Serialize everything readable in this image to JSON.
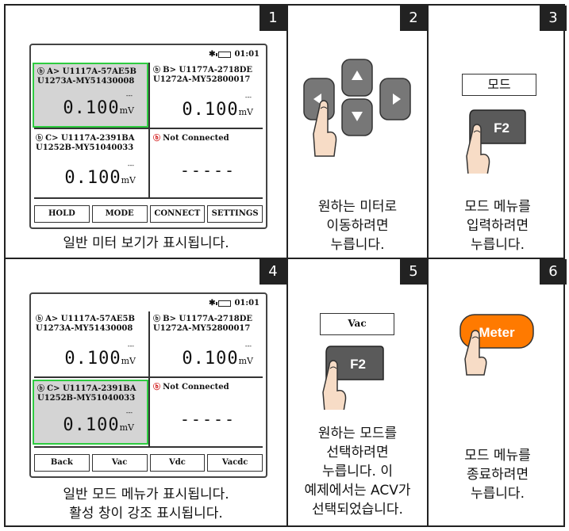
{
  "panels": [
    {
      "number": "1",
      "caption": [
        "일반 미터 보기가 표시됩니다."
      ]
    },
    {
      "number": "2",
      "caption": [
        "원하는 미터로",
        "이동하려면",
        "누릅니다."
      ]
    },
    {
      "number": "3",
      "caption": [
        "모드  메뉴를",
        "입력하려면",
        "누릅니다."
      ]
    },
    {
      "number": "4",
      "caption": [
        "일반 모드  메뉴가 표시됩니다.",
        "활성 창이 강조 표시됩니다."
      ]
    },
    {
      "number": "5",
      "caption": [
        "원하는 모드를",
        "선택하려면",
        "누릅니다. 이",
        "예제에서는 ACV가",
        "선택되었습니다."
      ]
    },
    {
      "number": "6",
      "caption": [
        "모드 메뉴를",
        "종료하려면",
        "누릅니다."
      ]
    }
  ],
  "screen": {
    "time": "01:01",
    "meters": [
      {
        "line1": "A> U1117A-57AE5B",
        "line2": "U1273A-MY51430008",
        "reading": "0.100",
        "unit": "mV",
        "dc": "---"
      },
      {
        "line1": "B> U1177A-2718DE",
        "line2": "U1272A-MY52800017",
        "reading": "0.100",
        "unit": "mV",
        "dc": "---"
      },
      {
        "line1": "C> U1117A-2391BA",
        "line2": "U1252B-MY51040033",
        "reading": "0.100",
        "unit": "mV",
        "dc": "---"
      },
      {
        "line1": "Not Connected",
        "dashes": "-----"
      }
    ],
    "softkeys_main": [
      "HOLD",
      "MODE",
      "CONNECT",
      "SETTINGS"
    ],
    "softkeys_mode": [
      "Back",
      "Vac",
      "Vdc",
      "Vacdc"
    ]
  },
  "keys": {
    "f2": "F2",
    "meter": "Meter",
    "mode_label": "모드",
    "vac_label": "Vac"
  },
  "colors": {
    "highlight": "#2ecc40",
    "meter_key": "#ff7a00",
    "f2_key": "#555555"
  }
}
